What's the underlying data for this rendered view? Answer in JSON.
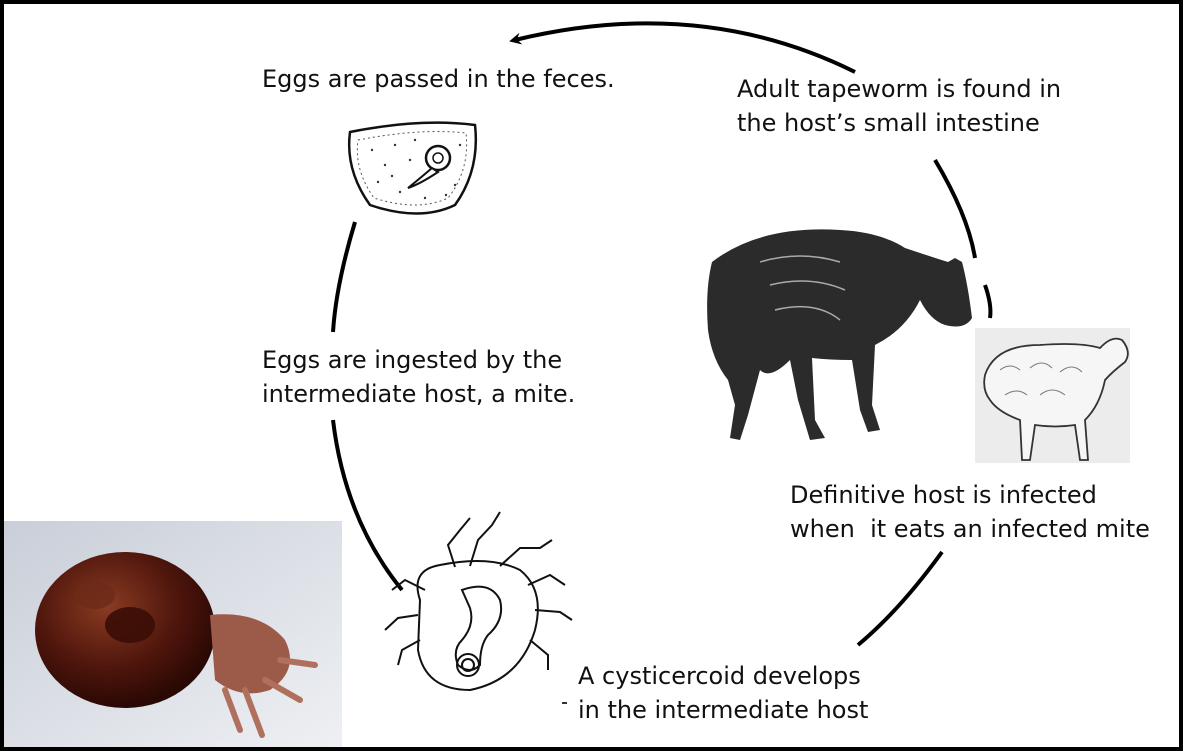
{
  "labels": {
    "eggs_passed": [
      "Eggs are passed in the feces."
    ],
    "adult_tapeworm": [
      "Adult tapeworm is found in",
      "the host’s small intestine"
    ],
    "eggs_ingested": [
      "Eggs are ingested by the",
      "intermediate host, a mite."
    ],
    "definitive_host": [
      "Definitive host is infected",
      "when  it eats an infected mite"
    ],
    "cysticercoid": [
      "A cysticercoid develops",
      "in the intermediate host"
    ]
  },
  "colors": {
    "line": "#000000",
    "text": "#111111",
    "mite_photo_body": "#5a1a10",
    "mite_photo_bg": "#d7dbe2",
    "sheep_bg": "#ececec"
  }
}
